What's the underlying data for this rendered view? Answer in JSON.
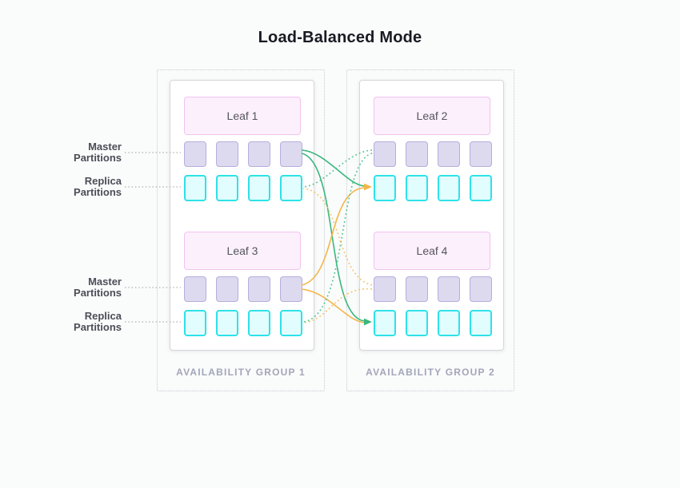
{
  "title": "Load-Balanced Mode",
  "partition_labels": {
    "master": "Master Partitions",
    "replica": "Replica Partitions"
  },
  "groups": [
    {
      "caption": "AVAILABILITY GROUP 1",
      "leaves": [
        {
          "name": "Leaf 1"
        },
        {
          "name": "Leaf 3"
        }
      ]
    },
    {
      "caption": "AVAILABILITY GROUP 2",
      "leaves": [
        {
          "name": "Leaf 2"
        },
        {
          "name": "Leaf 4"
        }
      ]
    }
  ],
  "layout_counts": {
    "partitions_per_row": 4
  },
  "colors": {
    "background": "#fafbfb",
    "solid_green": "#3ab77e",
    "solid_orange": "#f3b64a",
    "dotted_green": "#4cc68e",
    "dotted_orange": "#f6c45c",
    "leader_gray": "#b0b1b5",
    "master_fill": "#ddd9ef",
    "master_border": "#b5aede",
    "replica_fill": "#e2fdfd",
    "replica_border": "#2ee2e9",
    "leaf_fill": "#fdf0fd",
    "leaf_border": "#f0c3ef"
  },
  "connections": [
    {
      "from": "Leaf 1 master partitions",
      "to": "Leaf 2 replica partitions",
      "style": "solid",
      "color": "green",
      "arrow": true
    },
    {
      "from": "Leaf 1 master partitions",
      "to": "Leaf 4 replica partitions",
      "style": "solid",
      "color": "green",
      "arrow": true
    },
    {
      "from": "Leaf 3 master partitions",
      "to": "Leaf 2 replica partitions",
      "style": "solid",
      "color": "orange",
      "arrow": true
    },
    {
      "from": "Leaf 3 master partitions",
      "to": "Leaf 4 replica partitions",
      "style": "solid",
      "color": "orange",
      "arrow": true
    },
    {
      "from": "Leaf 2 master partitions",
      "to": "Leaf 1 replica partitions",
      "style": "dotted",
      "color": "green",
      "arrow": false
    },
    {
      "from": "Leaf 2 master partitions",
      "to": "Leaf 3 replica partitions",
      "style": "dotted",
      "color": "green",
      "arrow": false
    },
    {
      "from": "Leaf 4 master partitions",
      "to": "Leaf 1 replica partitions",
      "style": "dotted",
      "color": "orange",
      "arrow": false
    },
    {
      "from": "Leaf 4 master partitions",
      "to": "Leaf 3 replica partitions",
      "style": "dotted",
      "color": "orange",
      "arrow": false
    }
  ]
}
